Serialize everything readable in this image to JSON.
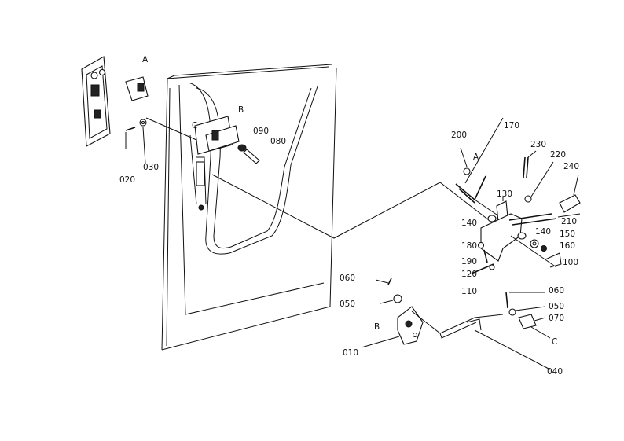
{
  "callouts": {
    "l010": "010",
    "l020": "020",
    "l030": "030",
    "l040": "040",
    "l050a": "050",
    "l050b": "050",
    "l060a": "060",
    "l060b": "060",
    "l070": "070",
    "l080": "080",
    "l090": "090",
    "l100": "100",
    "l110": "110",
    "l120": "120",
    "l130": "130",
    "l140a": "140",
    "l140b": "140",
    "l150": "150",
    "l160": "160",
    "l170": "170",
    "l180": "180",
    "l190": "190",
    "l200": "200",
    "l210": "210",
    "l220": "220",
    "l230": "230",
    "l240": "240",
    "refA1": "A",
    "refA2": "A",
    "refB1": "B",
    "refB2": "B",
    "refC1": "C",
    "refC2": "C"
  }
}
